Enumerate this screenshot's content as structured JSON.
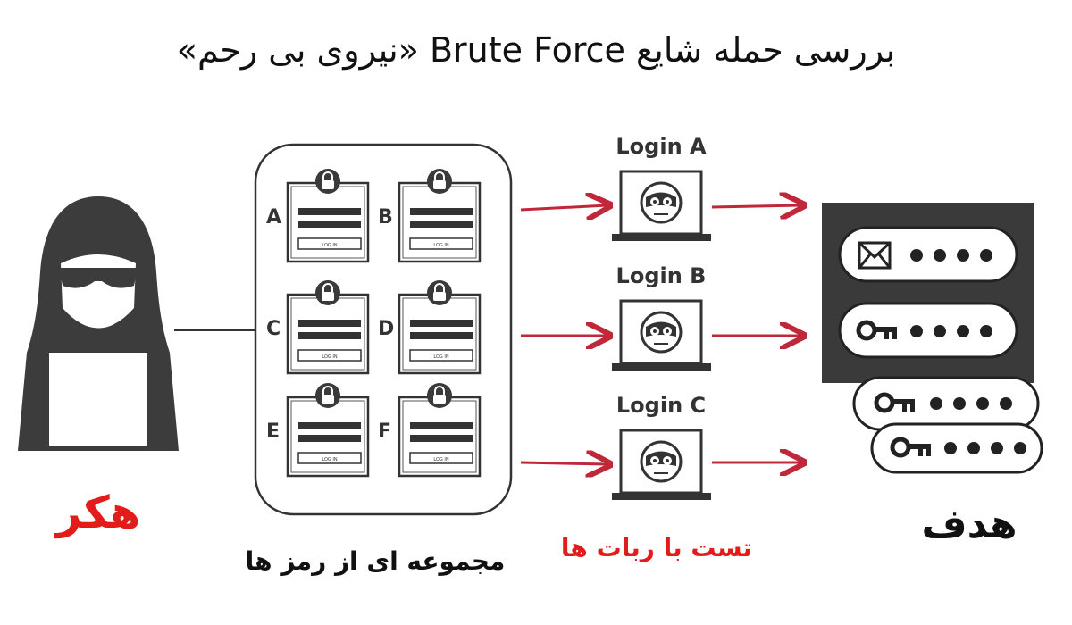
{
  "title": "بررسی حمله شایع Brute Force «نیروی بی رحم»",
  "labels": {
    "hacker": "هکر",
    "target": "هدف",
    "password_set": "مجموعه ای از رمز ها",
    "bot_testing": "تست با ربات ها"
  },
  "cards": [
    {
      "letter": "A",
      "button": "LOG IN"
    },
    {
      "letter": "B",
      "button": "LOG IN"
    },
    {
      "letter": "C",
      "button": "LOG IN"
    },
    {
      "letter": "D",
      "button": "LOG IN"
    },
    {
      "letter": "E",
      "button": "LOG IN"
    },
    {
      "letter": "F",
      "button": "LOG IN"
    }
  ],
  "logins": [
    {
      "label": "Login A"
    },
    {
      "label": "Login B"
    },
    {
      "label": "Login C"
    }
  ],
  "colors": {
    "accent_red": "#e21b1b",
    "arrow": "#c0283a",
    "dark": "#3a3a3a"
  },
  "icons": [
    "hacker-icon",
    "lock-icon",
    "robot-face-icon",
    "envelope-icon",
    "key-icon"
  ]
}
